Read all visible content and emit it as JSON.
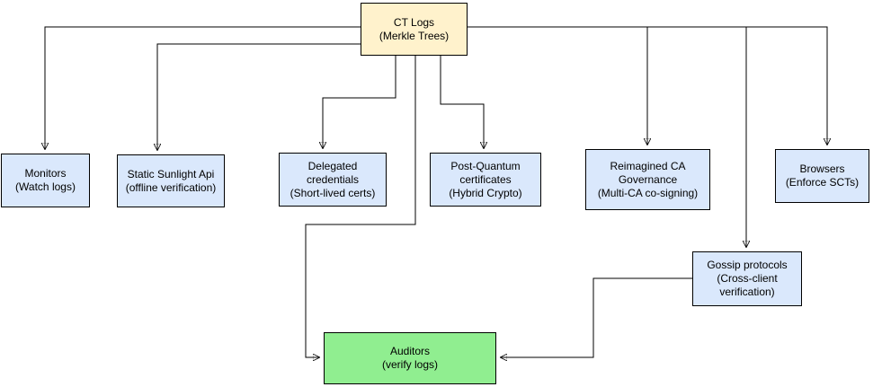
{
  "diagram": {
    "nodes": {
      "ct_logs": {
        "title": "CT Logs",
        "subtitle": "(Merkle Trees)"
      },
      "monitors": {
        "title": "Monitors",
        "subtitle": "(Watch logs)"
      },
      "static_sunlight": {
        "title": "Static Sunlight Api",
        "subtitle": "(offline verification)"
      },
      "delegated": {
        "title": "Delegated credentials",
        "subtitle": "(Short-lived certs)"
      },
      "post_quantum": {
        "title": "Post-Quantum certificates",
        "subtitle": "(Hybrid Crypto)"
      },
      "reimagined": {
        "title": "Reimagined CA Governance",
        "subtitle": "(Multi-CA co-signing)"
      },
      "browsers": {
        "title": "Browsers",
        "subtitle": "(Enforce SCTs)"
      },
      "gossip": {
        "title": "Gossip protocols",
        "subtitle": "(Cross-client verification)"
      },
      "auditors": {
        "title": "Auditors",
        "subtitle": "(verify logs)"
      }
    },
    "edges": [
      {
        "from": "ct_logs",
        "to": "monitors"
      },
      {
        "from": "ct_logs",
        "to": "static_sunlight"
      },
      {
        "from": "ct_logs",
        "to": "delegated"
      },
      {
        "from": "ct_logs",
        "to": "post_quantum"
      },
      {
        "from": "ct_logs",
        "to": "reimagined"
      },
      {
        "from": "ct_logs",
        "to": "gossip"
      },
      {
        "from": "ct_logs",
        "to": "browsers"
      },
      {
        "from": "ct_logs",
        "to": "auditors"
      },
      {
        "from": "gossip",
        "to": "auditors"
      }
    ],
    "colors": {
      "root_fill": "#FFF2CC",
      "node_fill": "#DAE8FC",
      "highlight_fill": "#90EE90",
      "border": "#000000",
      "connector": "#000000",
      "background": "#FFFFFF"
    }
  }
}
